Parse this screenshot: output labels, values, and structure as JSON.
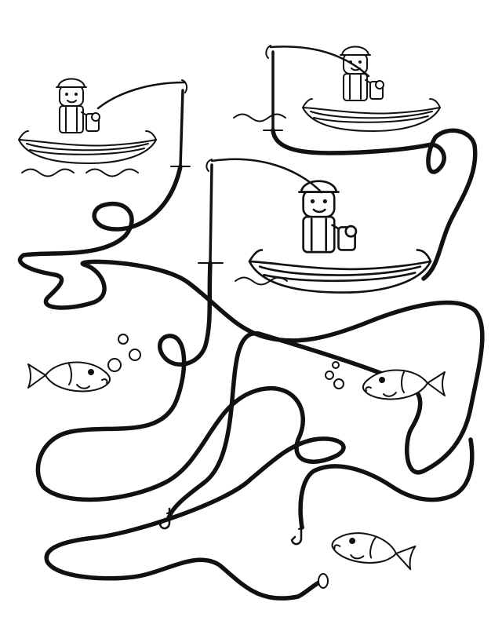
{
  "puzzle": {
    "title": "",
    "ink_color": "#111111",
    "paper_color": "#ffffff",
    "fishermen_count": 3,
    "hooks_count": 2,
    "icons": [
      "fisherman-in-canoe",
      "fish",
      "fishing-hook",
      "bubbles",
      "water-waves"
    ]
  }
}
